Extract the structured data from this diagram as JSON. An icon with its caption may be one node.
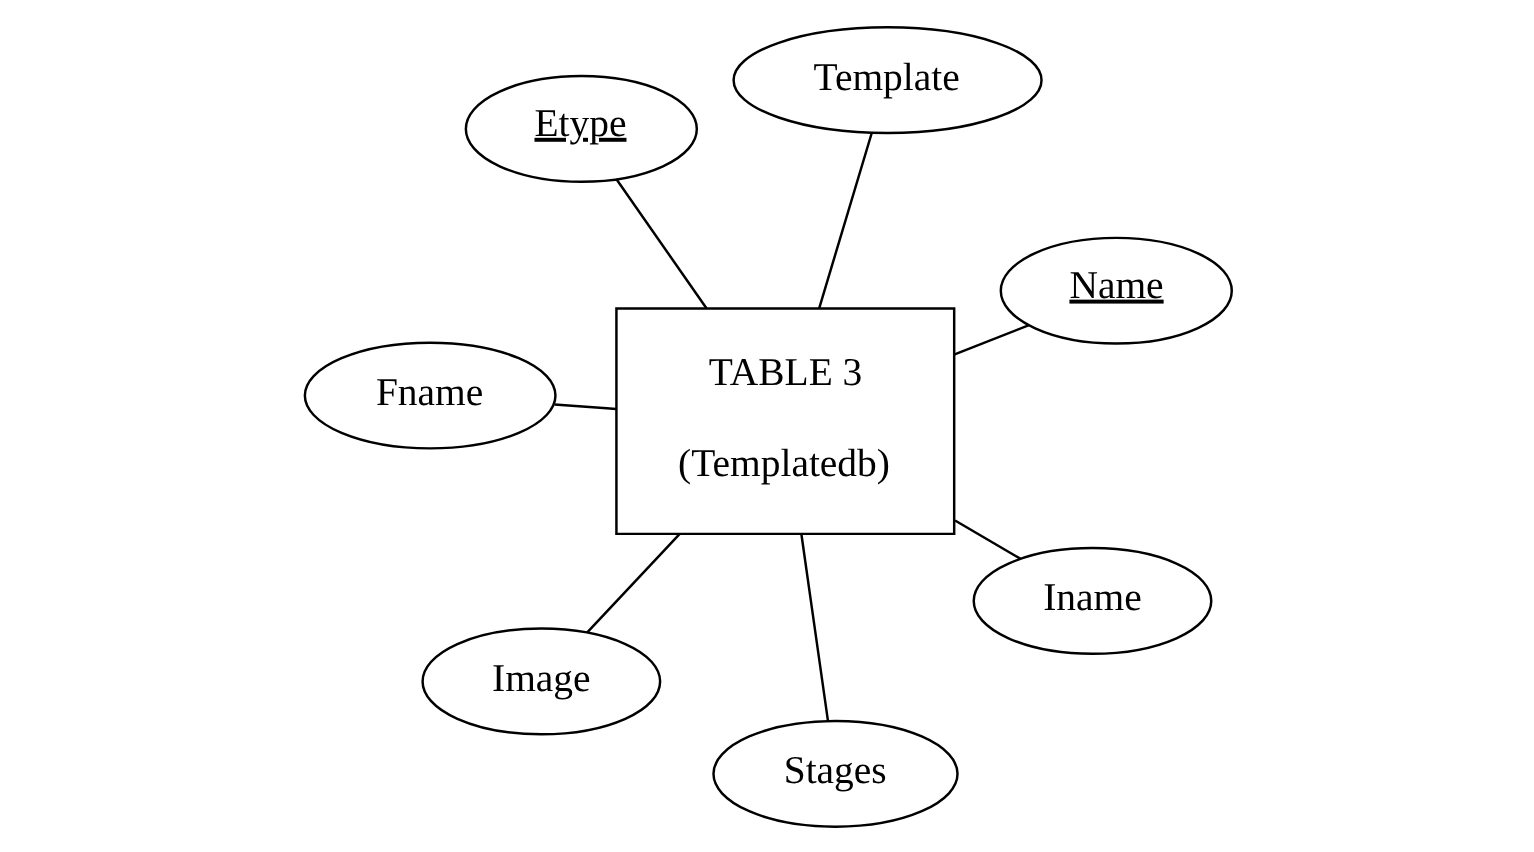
{
  "diagram": {
    "nodes": [
      {
        "text": [
          "Etype"
        ]
      },
      {
        "text": [
          "Name"
        ]
      },
      {
        "text": [
          "Stages"
        ]
      },
      {
        "text": [
          "TABLE 3",
          "(Templatedb)"
        ]
      },
      {
        "text": [
          "Template"
        ]
      },
      {
        "text": [
          "Fname"
        ]
      },
      {
        "text": [
          "Image"
        ]
      },
      {
        "text": [
          "Iname"
        ]
      }
    ],
    "edges": [
      {
        "from": 3,
        "to": 0,
        "arrow": "none"
      },
      {
        "from": 3,
        "to": 1,
        "arrow": "none"
      },
      {
        "from": 3,
        "to": 2,
        "arrow": "none"
      },
      {
        "from": 3,
        "to": 4,
        "arrow": "none"
      },
      {
        "from": 3,
        "to": 5,
        "arrow": "none"
      },
      {
        "from": 3,
        "to": 6,
        "arrow": "none"
      },
      {
        "from": 3,
        "to": 7,
        "arrow": "none"
      }
    ]
  }
}
